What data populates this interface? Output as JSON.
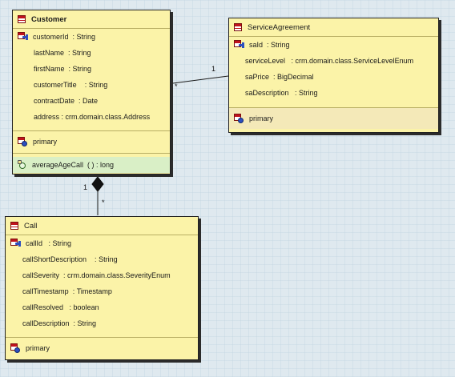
{
  "links": {
    "customer_service": {
      "mult_end_customer": "*",
      "mult_end_service": "1"
    },
    "customer_call": {
      "mult_end_customer": "1",
      "mult_end_call": "*"
    }
  },
  "classes": {
    "customer": {
      "name": "Customer",
      "attributes": [
        {
          "name": "customerId",
          "sep": "  : ",
          "type": "String",
          "is_key": true
        },
        {
          "name": "lastName",
          "sep": "  : ",
          "type": "String"
        },
        {
          "name": "firstName",
          "sep": "  : ",
          "type": "String"
        },
        {
          "name": "customerTitle",
          "sep": "    : ",
          "type": "String"
        },
        {
          "name": "contractDate",
          "sep": "  : ",
          "type": "Date"
        },
        {
          "name": "address",
          "sep": " : ",
          "type": "crm.domain.class.Address"
        }
      ],
      "keys": [
        {
          "label": "primary"
        }
      ],
      "operations": [
        {
          "name": "averageAgeCall",
          "sig": "  ( ) : ",
          "type": "long"
        }
      ]
    },
    "service_agreement": {
      "name": "ServiceAgreement",
      "attributes": [
        {
          "name": "saId",
          "sep": "  : ",
          "type": "String",
          "is_key": true
        },
        {
          "name": "serviceLevel",
          "sep": "   : ",
          "type": "crm.domain.class.ServiceLevelEnum"
        },
        {
          "name": "saPrice",
          "sep": "  : ",
          "type": "BigDecimal"
        },
        {
          "name": "saDescription",
          "sep": "   : ",
          "type": "String"
        }
      ],
      "keys": [
        {
          "label": "primary"
        }
      ]
    },
    "call": {
      "name": "Call",
      "attributes": [
        {
          "name": "callId",
          "sep": "   : ",
          "type": "String",
          "is_key": true
        },
        {
          "name": "callShortDescription",
          "sep": "    : ",
          "type": "String"
        },
        {
          "name": "callSeverity",
          "sep": "  : ",
          "type": "crm.domain.class.SeverityEnum"
        },
        {
          "name": "callTimestamp",
          "sep": "  : ",
          "type": "Timestamp"
        },
        {
          "name": "callResolved",
          "sep": "   : ",
          "type": "boolean"
        },
        {
          "name": "callDescription",
          "sep": "  : ",
          "type": "String"
        }
      ],
      "keys": [
        {
          "label": "primary"
        }
      ]
    }
  }
}
